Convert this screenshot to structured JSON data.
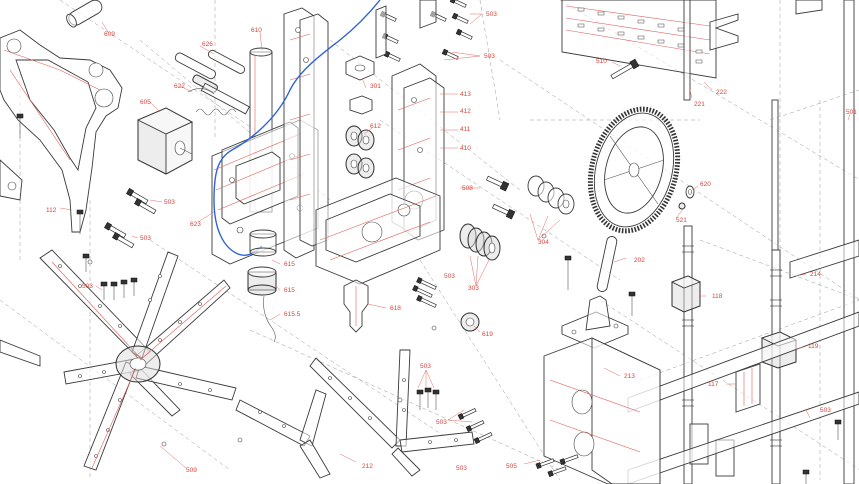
{
  "colors": {
    "outline": "#3a3a3a",
    "hidden_line": "#e0605a",
    "label": "#d9443c",
    "wire": "#2e63d6",
    "construction": "#9a9a9a"
  },
  "labels": {
    "l609": "609",
    "l626": "626",
    "l610": "610",
    "l503a": "503",
    "l503b": "503",
    "l503c": "503",
    "l503d": "503",
    "l503e": "503",
    "l503f": "503",
    "l503g": "503",
    "l503h": "503",
    "l503i": "503",
    "l503j": "503",
    "l510": "510",
    "l221": "221",
    "l222": "222",
    "l622": "622",
    "l605": "605",
    "l301": "301",
    "l413": "413",
    "l412": "412",
    "l411": "411",
    "l410": "410",
    "l612": "612",
    "l112": "112",
    "l623": "623",
    "l508": "508",
    "l304": "304",
    "l620": "620",
    "l521": "521",
    "l615a": "615",
    "l615b": "615",
    "l6155": "615.5",
    "l618": "618",
    "l303": "303",
    "l619": "619",
    "l202": "202",
    "l118": "118",
    "l214": "214",
    "l119": "119",
    "l213": "213",
    "l117": "117",
    "l212": "212",
    "l509": "509",
    "l505": "505",
    "l501": "501"
  }
}
